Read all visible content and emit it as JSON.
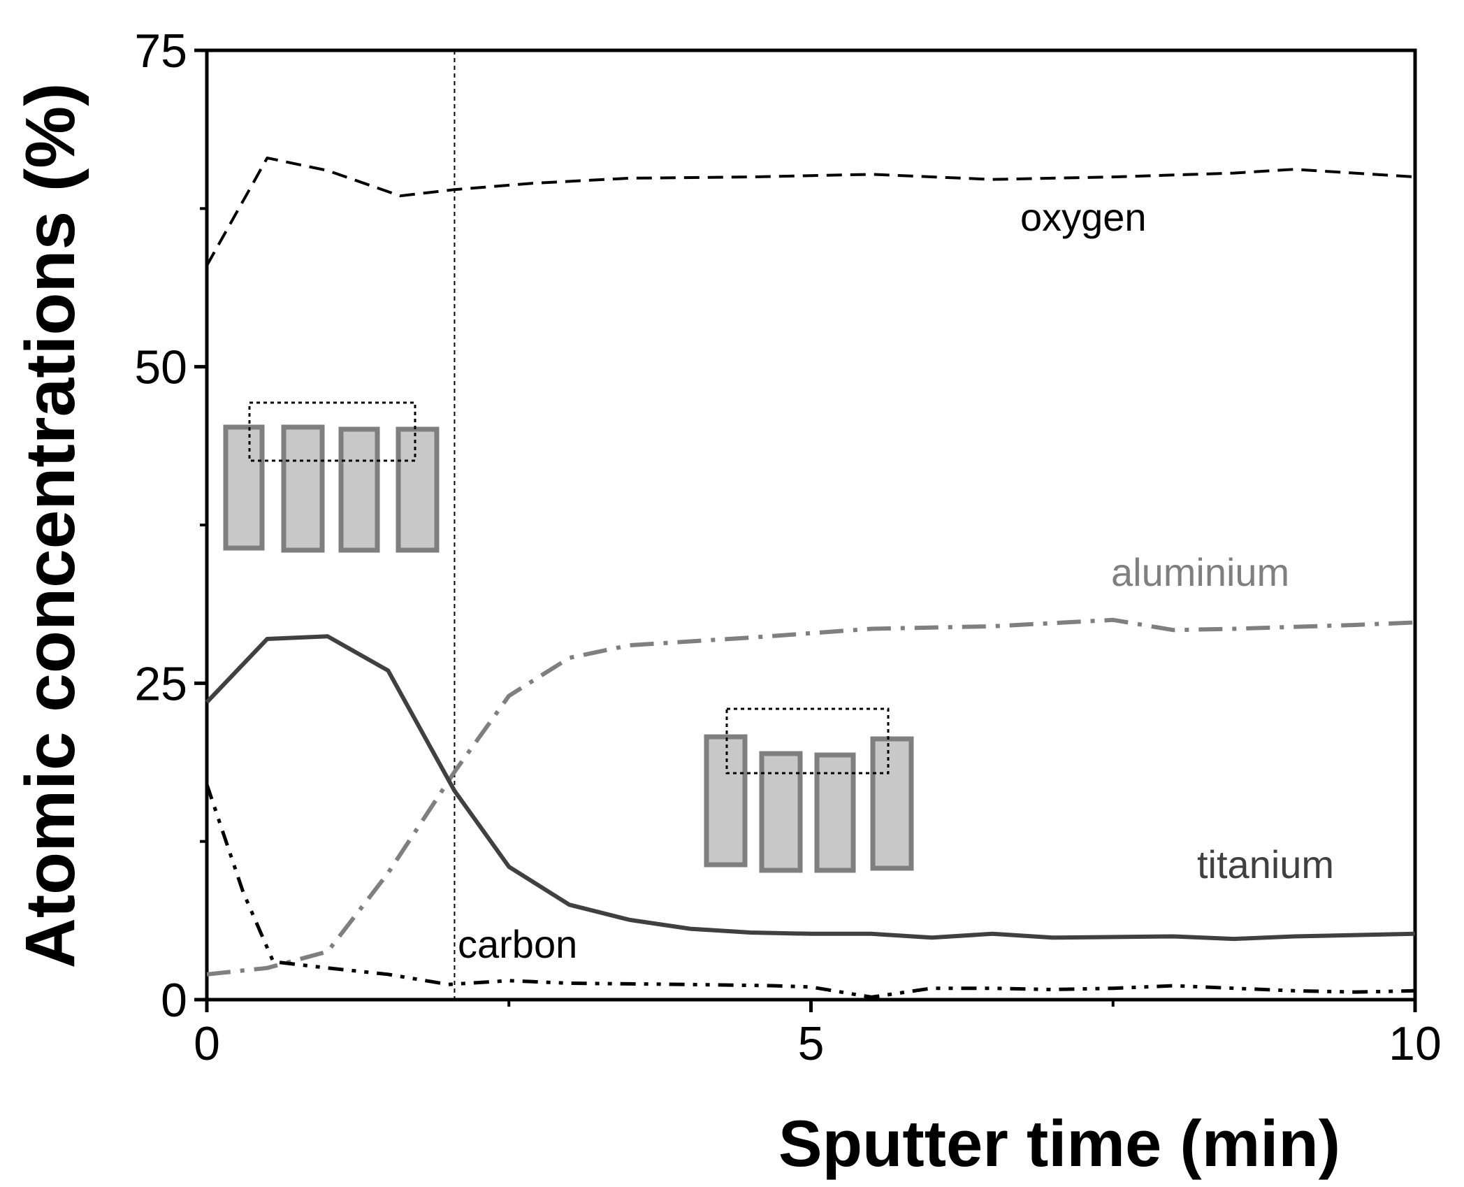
{
  "chart_data": {
    "type": "line",
    "xlabel": "Sputter time (min)",
    "ylabel": "Atomic concentrations (%)",
    "xlim": [
      0,
      10
    ],
    "ylim": [
      0,
      75
    ],
    "x_ticks": [
      "0",
      "5",
      "10"
    ],
    "y_ticks": [
      "0",
      "25",
      "50",
      "75"
    ],
    "grid": false,
    "legend": "none (series labelled inline)",
    "marker_line_x": 2.05,
    "series": [
      {
        "name": "oxygen",
        "color": "#000000",
        "style": "dashed",
        "x": [
          0,
          0.5,
          1.0,
          1.6,
          2.05,
          2.7,
          3.5,
          4.5,
          5.5,
          6.5,
          7.5,
          8.5,
          9.0,
          9.5,
          10
        ],
        "y": [
          58,
          66.5,
          65.5,
          63.5,
          64,
          64.5,
          64.9,
          65,
          65.2,
          64.8,
          65,
          65.3,
          65.6,
          65.3,
          65
        ]
      },
      {
        "name": "aluminium",
        "color": "#7f7f7f",
        "style": "dash-dot",
        "x": [
          0,
          0.5,
          1.0,
          1.5,
          2.05,
          2.5,
          3.0,
          3.5,
          4.5,
          5.5,
          6.5,
          7.5,
          8.0,
          8.5,
          9.5,
          10
        ],
        "y": [
          2,
          2.5,
          3.8,
          10,
          18,
          24,
          27,
          28,
          28.6,
          29.3,
          29.5,
          30,
          29.2,
          29.3,
          29.6,
          29.8
        ]
      },
      {
        "name": "titanium",
        "color": "#404040",
        "style": "solid",
        "x": [
          0,
          0.5,
          1.0,
          1.5,
          2.05,
          2.5,
          3.0,
          3.5,
          4.0,
          4.5,
          5.0,
          5.5,
          6.0,
          6.5,
          7.0,
          8.0,
          8.5,
          9.0,
          10
        ],
        "y": [
          23.5,
          28.5,
          28.7,
          26,
          16.5,
          10.5,
          7.5,
          6.3,
          5.6,
          5.3,
          5.2,
          5.2,
          4.9,
          5.2,
          4.9,
          5.0,
          4.8,
          5.0,
          5.2
        ]
      },
      {
        "name": "carbon",
        "color": "#000000",
        "style": "dash-dot-dot",
        "x": [
          0,
          0.3,
          0.55,
          1.0,
          1.5,
          2.0,
          2.5,
          3.0,
          4.0,
          4.7,
          5.0,
          5.5,
          6.0,
          6.5,
          7.0,
          7.5,
          8.0,
          8.5,
          9.0,
          9.5,
          10
        ],
        "y": [
          17,
          8.5,
          3,
          2.5,
          2,
          1.2,
          1.5,
          1.3,
          1.2,
          1.1,
          1.0,
          0.2,
          0.9,
          0.9,
          0.8,
          0.9,
          1.1,
          0.9,
          0.7,
          0.6,
          0.7
        ]
      }
    ]
  }
}
